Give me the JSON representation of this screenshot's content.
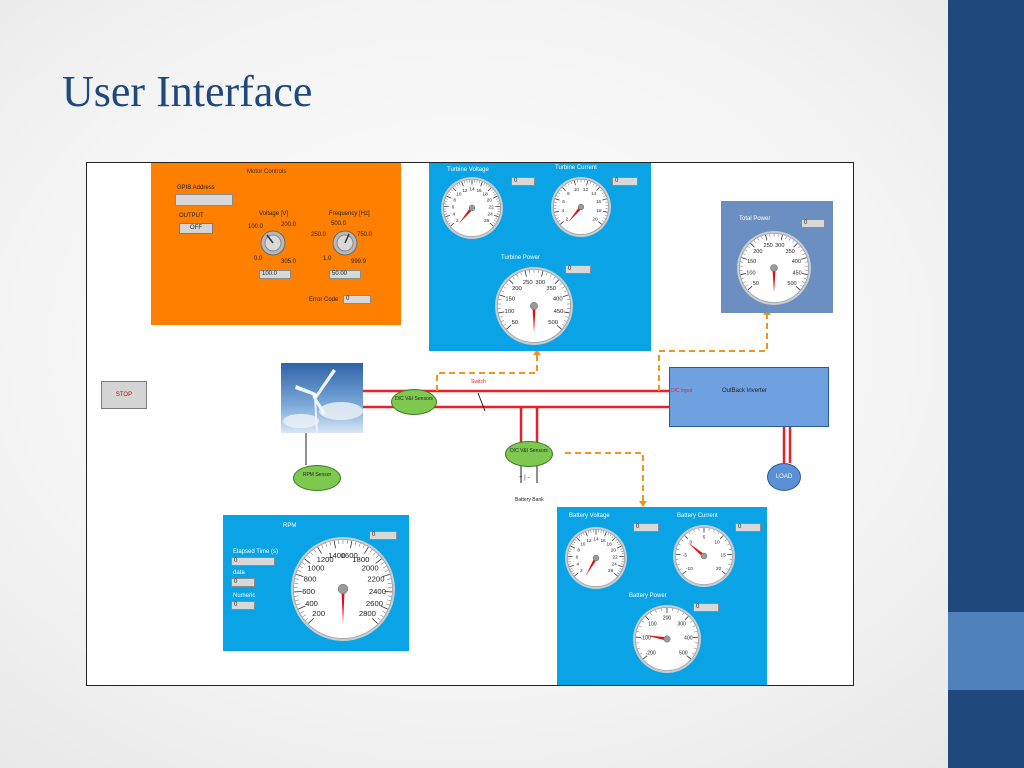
{
  "slide": {
    "title": "User Interface"
  },
  "motor": {
    "title": "Motor Controls",
    "gpib_label": "GPIB Address",
    "output_label": "OUTPUT",
    "output_btn": "OFF",
    "voltage_label": "Voltage [V]",
    "frequency_label": "Frequency [Hz]",
    "voltage_scale": {
      "a": "100.0",
      "b": "200.0",
      "min": "0.0",
      "max": "305.0"
    },
    "frequency_scale": {
      "a": "250.0",
      "b": "500.0",
      "c": "750.0",
      "min": "1.0",
      "max": "999.9"
    },
    "voltage_value": "100.0",
    "frequency_value": "50.00",
    "error_label": "Error Code",
    "error_value": "0"
  },
  "turbine": {
    "voltage_label": "Turbine Voltage",
    "current_label": "Turbine Current",
    "power_label": "Turbine Power",
    "voltage_value": "0",
    "current_value": "0",
    "power_value": "0",
    "voltage_ticks": [
      "2",
      "4",
      "6",
      "8",
      "10",
      "12",
      "14",
      "16",
      "18",
      "20",
      "22",
      "24",
      "26"
    ],
    "current_ticks": [
      "2",
      "4",
      "6",
      "8",
      "10",
      "12",
      "14",
      "16",
      "18",
      "20"
    ],
    "power_ticks": [
      "50",
      "100",
      "150",
      "200",
      "250",
      "300",
      "350",
      "400",
      "450",
      "500"
    ]
  },
  "total_power": {
    "label": "Total Power",
    "value": "0",
    "ticks": [
      "50",
      "100",
      "150",
      "200",
      "250",
      "300",
      "350",
      "400",
      "450",
      "500"
    ]
  },
  "stop_button": "STOP",
  "sensors": {
    "dc1": "D/C V&I Sensors",
    "dc2": "D/C V&I Sensors",
    "rpm": "RPM Sensor",
    "switch": "Switch",
    "battery_bank": "Battery Bank",
    "battery_symbol": "+ | -"
  },
  "inverter": {
    "dc_input": "D/C Input",
    "label": "OutBack Inverter"
  },
  "load": "LOAD",
  "rpm_panel": {
    "label": "RPM",
    "value": "0",
    "elapsed_label": "Elapsed Time (s)",
    "elapsed_value": "0",
    "data_label": "data",
    "data_value": "0",
    "numeric_label": "Numeric",
    "numeric_value": "0",
    "ticks": [
      "200",
      "400",
      "600",
      "800",
      "1000",
      "1200",
      "1400",
      "1600",
      "1800",
      "2000",
      "2200",
      "2400",
      "2600",
      "2800"
    ]
  },
  "battery": {
    "voltage_label": "Battery Voltage",
    "current_label": "Battery Current",
    "power_label": "Battery Power",
    "voltage_value": "0",
    "current_value": "0",
    "power_value": "0",
    "voltage_ticks": [
      "2",
      "4",
      "6",
      "8",
      "10",
      "12",
      "14",
      "16",
      "18",
      "20",
      "22",
      "24",
      "26"
    ],
    "current_ticks": [
      "-10",
      "-5",
      "0",
      "5",
      "10",
      "15",
      "20"
    ],
    "power_ticks": [
      "-200",
      "-100",
      "100",
      "200",
      "300",
      "400",
      "500"
    ]
  },
  "colors": {
    "accent": "#1f497d",
    "orange": "#ff7f00",
    "blue": "#0aa3e6",
    "needle": "#dd1111",
    "wire": "#e8202a",
    "dashed": "#f0941c"
  }
}
